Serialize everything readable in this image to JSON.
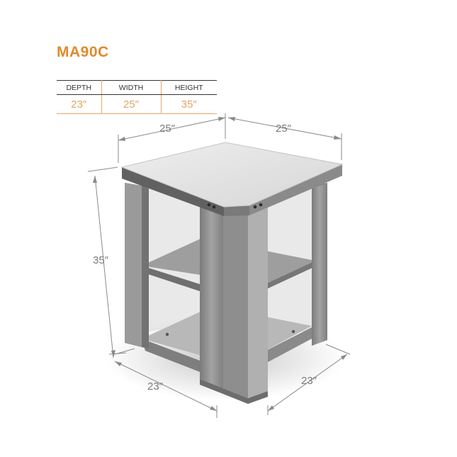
{
  "product": {
    "model": "MA90C"
  },
  "spec_table": {
    "headers": [
      "DEPTH",
      "WIDTH",
      "HEIGHT"
    ],
    "values": [
      "23″",
      "25″",
      "35″"
    ]
  },
  "dimensions": {
    "top_left_width": "25″",
    "top_right_width": "25″",
    "height": "35″",
    "bottom_left_depth": "23″",
    "bottom_right_depth": "23″"
  },
  "colors": {
    "accent": "#e08a2c",
    "table_border": "#e6a867",
    "dimension_text": "#7a7a7a",
    "cabinet_steel": "#8c8c8c",
    "countertop": "#e4e4e4"
  }
}
